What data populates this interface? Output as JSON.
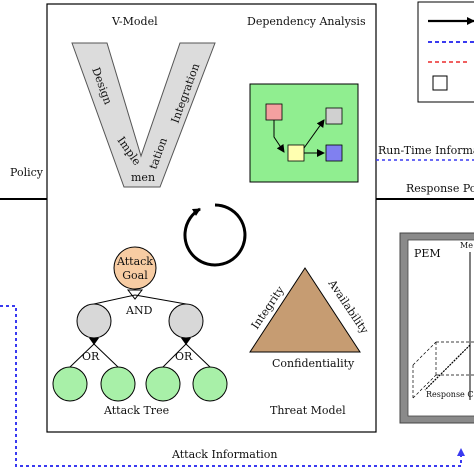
{
  "labels": {
    "v_model": "V-Model",
    "dependency_analysis": "Dependency Analysis",
    "design": "Design",
    "integration": "Integration",
    "implementation_part1": "Imple",
    "implementation_part2": "men",
    "implementation_part3": "tation",
    "policy": "Policy",
    "run_time_information": "Run-Time Informa",
    "response_policy": "Response Po",
    "attack_goal_line1": "Attack",
    "attack_goal_line2": "Goal",
    "and": "AND",
    "or_left": "OR",
    "or_right": "OR",
    "attack_tree": "Attack Tree",
    "integrity": "Integrity",
    "availability": "Availability",
    "confidentiality": "Confidentiality",
    "threat_model": "Threat Model",
    "pem": "PEM",
    "me": "Me",
    "response_c": "Response C",
    "attack_information": "Attack Information"
  },
  "colors": {
    "dependency_bg": "#90ee90",
    "node_red": "#f4a0a0",
    "node_yellow": "#ffffb0",
    "node_gray": "#d0d0d0",
    "node_blue": "#8080f0",
    "attack_goal": "#f7cca3",
    "triangle": "#c69c72",
    "tree_leaf": "#a8f0a8",
    "tree_mid": "#d8d8d8",
    "v_shape": "#dcdcdc",
    "dashed_blue": "#3a3af0",
    "dashed_red": "#f06060",
    "pem_border": "#777777"
  }
}
